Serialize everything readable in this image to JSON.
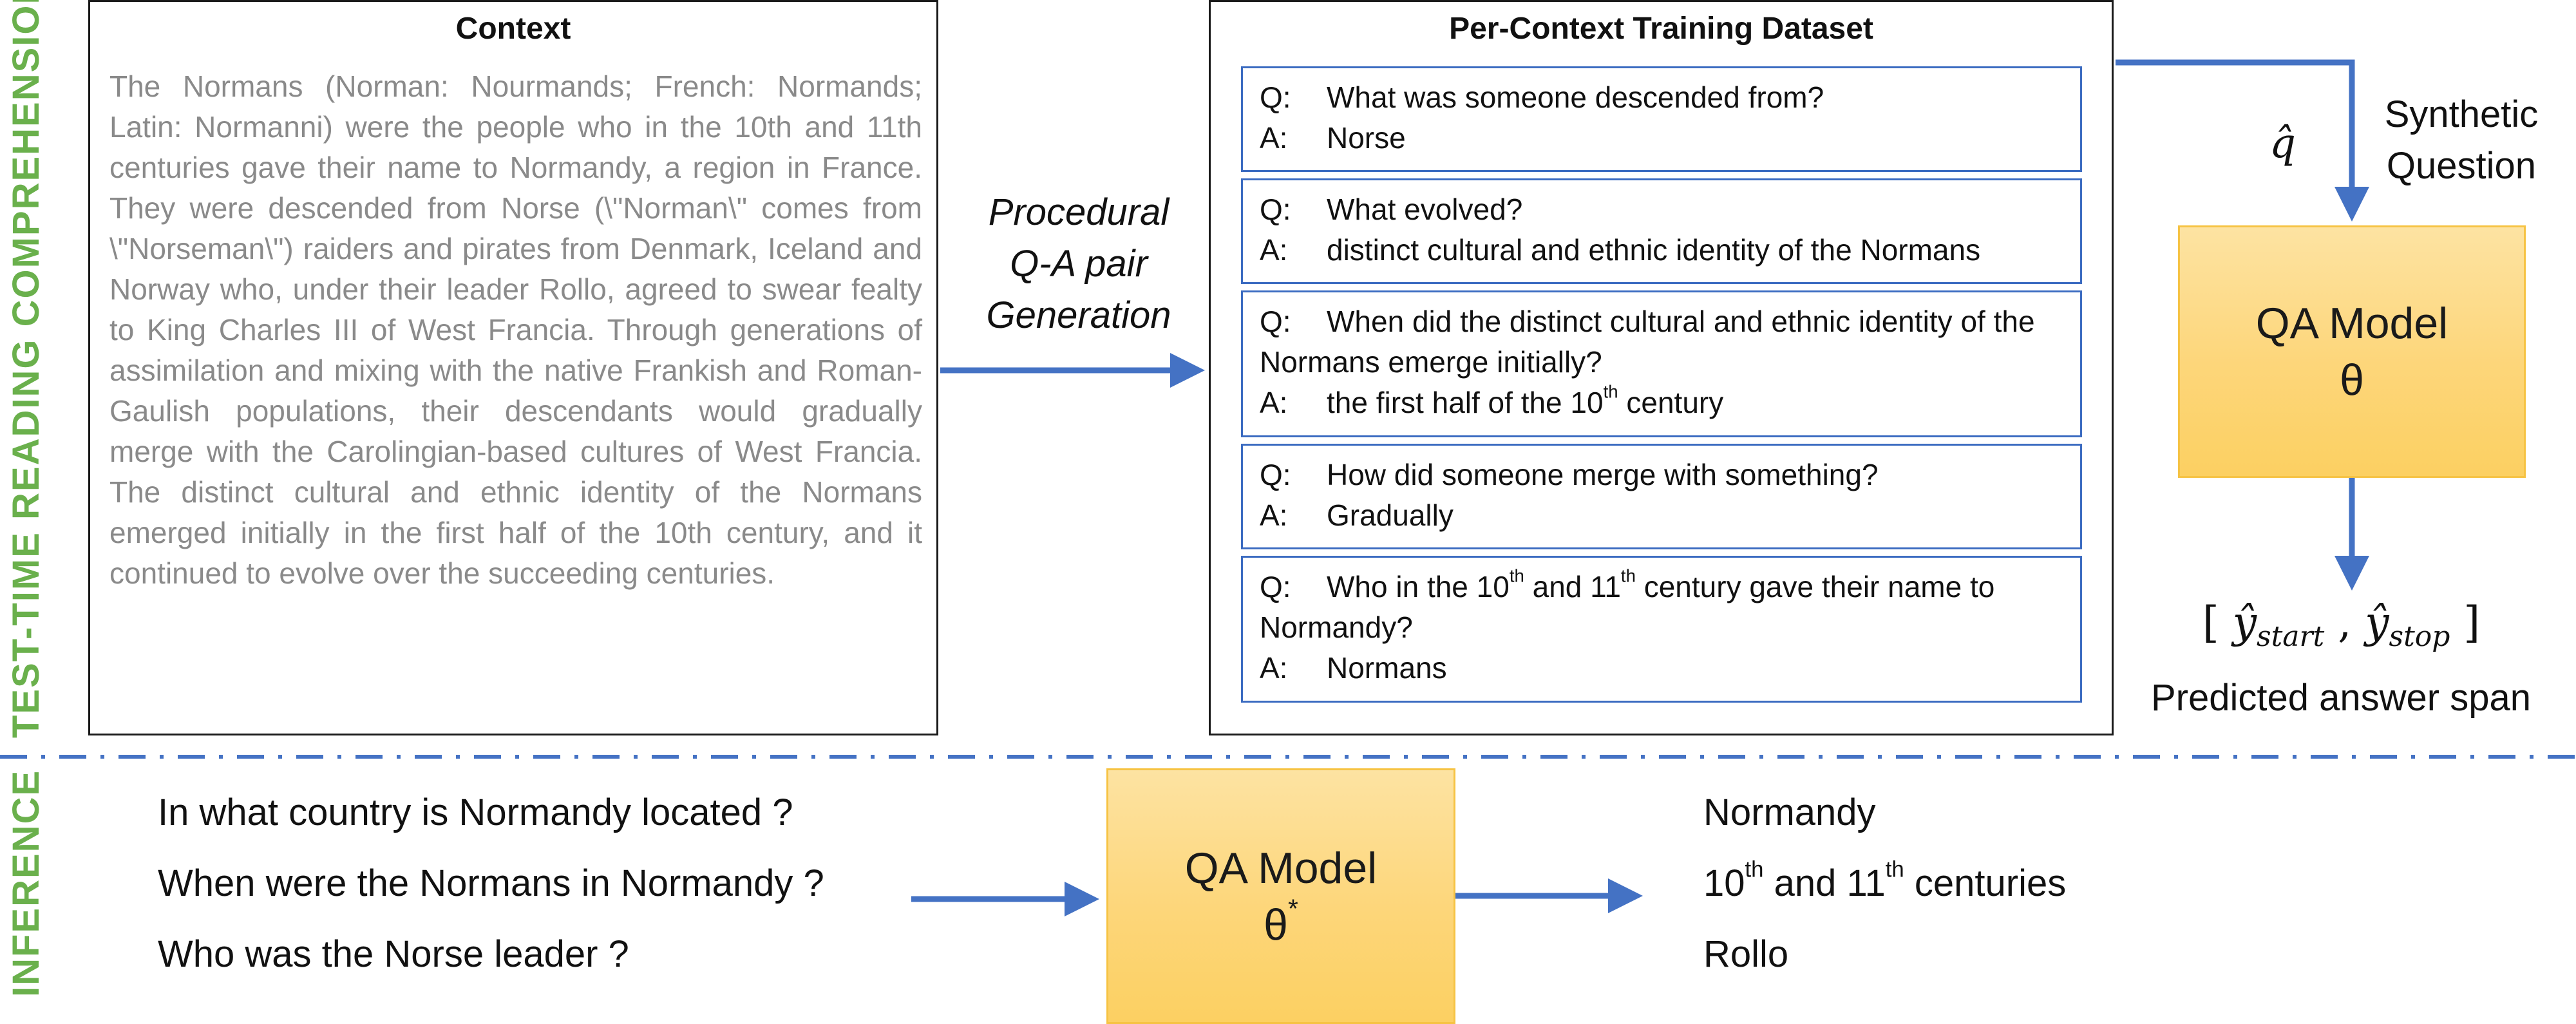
{
  "side_labels": {
    "top": "TEST-TIME READING COMPREHENSION",
    "bottom": "INFERENCE"
  },
  "context": {
    "title": "Context",
    "text": "The Normans (Norman: Nourmands; French: Normands; Latin: Normanni) were the people who in the 10th and 11th centuries gave their name to Normandy, a region in France. They were descended from Norse (\\\"Norman\\\" comes from \\\"Norseman\\\") raiders and pirates from Denmark, Iceland and Norway who, under their leader Rollo, agreed to swear fealty to King Charles III of West Francia. Through generations of assimilation and mixing with the native Frankish and Roman-Gaulish populations, their descendants would gradually merge with the Carolingian-based cultures of West Francia. The distinct cultural and ethnic identity of the Normans emerged initially in the first half of the 10th century, and it continued to evolve over the succeeding centuries."
  },
  "procedural": {
    "line1": "Procedural",
    "line2": "Q-A pair",
    "line3": "Generation"
  },
  "dataset": {
    "title": "Per-Context Training Dataset",
    "q_prefix": "Q:",
    "a_prefix": "A:",
    "items": [
      {
        "q": "What was someone descended from?",
        "a": "Norse"
      },
      {
        "q": "What evolved?",
        "a": "distinct cultural and ethnic identity of the Normans"
      },
      {
        "q_pre": "When did the distinct cultural and ethnic identity of the Normans emerge initially?",
        "a_pre": "the first half of the 10",
        "a_sup": "th",
        "a_post": " century"
      },
      {
        "q": "How did someone merge with something?",
        "a": "Gradually"
      },
      {
        "q_a": "Who in the 10",
        "q_sup1": "th",
        "q_b": " and 11",
        "q_sup2": "th",
        "q_c": " century gave their name to Normandy?",
        "a": "Normans"
      }
    ]
  },
  "synthetic": {
    "symbol": "q̂",
    "line1": "Synthetic",
    "line2": "Question"
  },
  "qa_model_top": {
    "title": "QA Model",
    "param": "θ"
  },
  "prediction": {
    "open_bracket": "[",
    "y_start_var": "ŷ",
    "y_start_sub": "start",
    "comma": ",",
    "y_stop_var": "ŷ",
    "y_stop_sub": "stop",
    "close_bracket": "]",
    "caption": "Predicted answer span"
  },
  "inference": {
    "questions": [
      "In what country is Normandy located ?",
      "When were the Normans in Normandy ?",
      "Who was the Norse leader ?"
    ],
    "model_title": "QA Model",
    "model_param": "θ",
    "model_param_sup": "*",
    "answers": {
      "a1": "Normandy",
      "a2_pre": "10",
      "a2_sup1": "th",
      "a2_mid": " and 11",
      "a2_sup2": "th",
      "a2_post": " centuries",
      "a3": "Rollo"
    }
  },
  "colors": {
    "arrow": "#4472c4",
    "side_label": "#6ab04c",
    "qa_border": "#3c6cc1",
    "model_fill": "#fdd67a",
    "context_text": "#8a8a8a"
  }
}
